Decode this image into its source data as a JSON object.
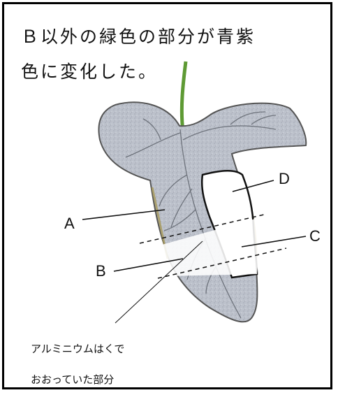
{
  "title_lines": [
    "Ｂ以外の緑色の部分が青紫",
    "色に変化した。"
  ],
  "labels": {
    "a": "A",
    "b": "B",
    "c": "C",
    "d": "D"
  },
  "caption_lines": [
    "アルミニウムはくで",
    "おおっていた部分"
  ],
  "colors": {
    "leaf": "#b9bec8",
    "leaf_edge": "#555555",
    "stem": "#5e9a34",
    "white_region": "#ffffff"
  }
}
